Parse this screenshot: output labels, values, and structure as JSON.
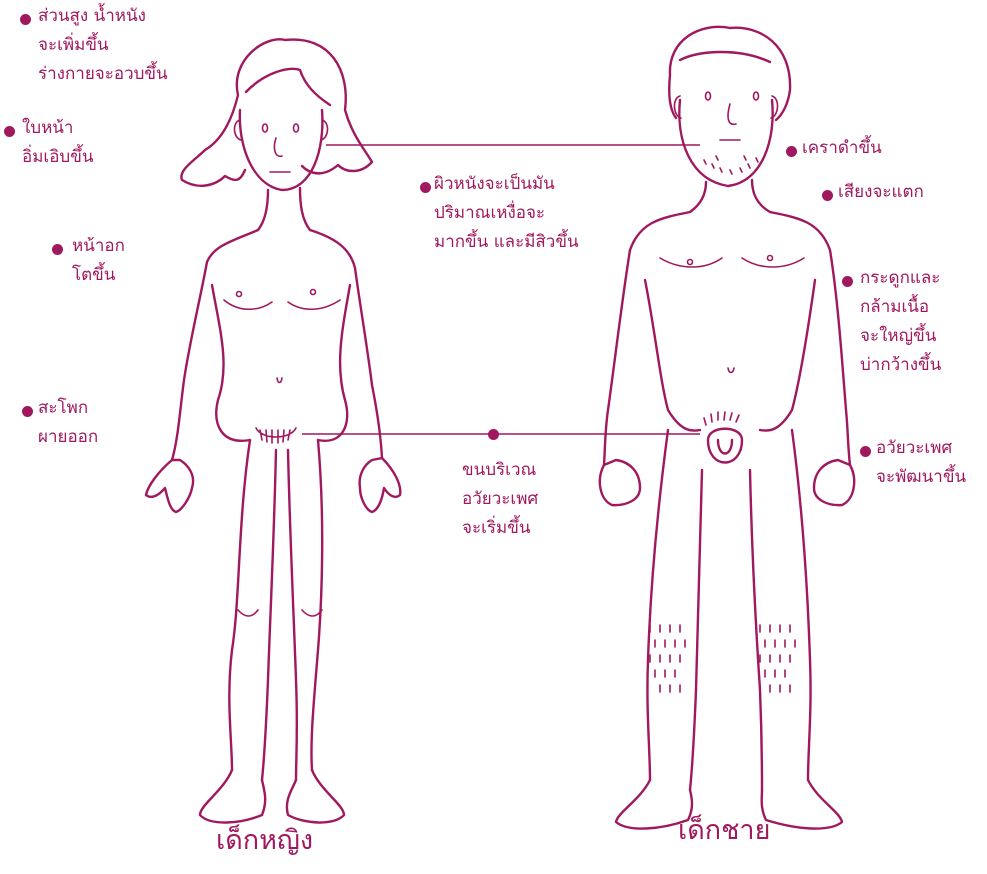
{
  "colors": {
    "accent": "#a0185e",
    "background": "#ffffff"
  },
  "captions": {
    "girl": "เด็กหญิง",
    "boy": "เด็กชาย"
  },
  "girl_labels": {
    "height": [
      "ส่วนสูง น้ำหนัง",
      "จะเพิ่มขึ้น",
      "ร่างกายจะอวบขึ้น"
    ],
    "face": [
      "ใบหน้า",
      "อิ่มเอิบขึ้น"
    ],
    "breast": [
      "หน้าอก",
      "โตขึ้น"
    ],
    "hips": [
      "สะโพก",
      "ผายออก"
    ]
  },
  "center_labels": {
    "skin": [
      "ผิวหนังจะเป็นมัน",
      "ปริมาณเหงื่อจะ",
      "มากขึ้น และมีสิวขึ้น"
    ],
    "pubic_hair": [
      "ขนบริเวณ",
      "อวัยวะเพศ",
      "จะเริ่มขึ้น"
    ]
  },
  "boy_labels": {
    "beard": [
      "เคราดำขึ้น"
    ],
    "voice": [
      "เสียงจะแตก"
    ],
    "bones": [
      "กระดูกและ",
      "กล้ามเนื้อ",
      "จะใหญ่ขึ้น",
      "บ่ากว้างขึ้น"
    ],
    "genitals": [
      "อวัยวะเพศ",
      "จะพัฒนาขึ้น"
    ]
  }
}
